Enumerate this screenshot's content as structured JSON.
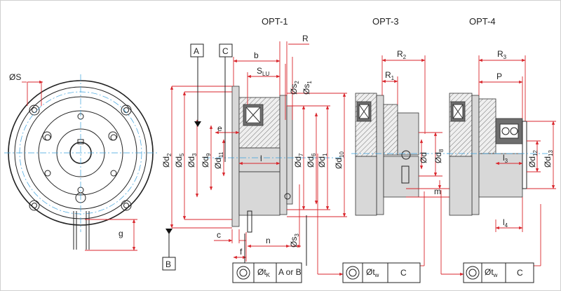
{
  "titles": {
    "opt1": "OPT-1",
    "opt3": "OPT-3",
    "opt4": "OPT-4"
  },
  "datum": {
    "a": "A",
    "b": "B",
    "c": "C"
  },
  "dims": {
    "b": "b",
    "r": "R",
    "slu": "S",
    "slu_sub": "LU",
    "s2": "Øs",
    "s2_sub": "2",
    "s1": "Øs",
    "s1_sub": "1",
    "e": "e",
    "d2": "Ød",
    "d2_sub": "2",
    "d5": "Ød",
    "d5_sub": "5",
    "d3": "Ød",
    "d3_sub": "3",
    "d9": "Ød",
    "d9_sub": "9",
    "d11": "Ød",
    "d11_sub": "11",
    "l": "l",
    "d7": "Ød",
    "d7_sub": "7",
    "d6": "Ød",
    "d6_sub": "6",
    "d1": "Ød",
    "d1_sub": "1",
    "d10": "Ød",
    "d10_sub": "10",
    "s3": "Øs",
    "s3_sub": "3",
    "c": "c",
    "n": "n",
    "f": "f",
    "g": "g",
    "os": "ØS",
    "r2": "R",
    "r2_sub": "2",
    "r1": "R",
    "r1_sub": "1",
    "d": "Ød",
    "d8": "Ød",
    "d8_sub": "8",
    "m": "m",
    "r3": "R",
    "r3_sub": "3",
    "p": "P",
    "l3": "l",
    "l3_sub": "3",
    "d12": "Ød",
    "d12_sub": "12",
    "d13": "Ød",
    "d13_sub": "13",
    "l4": "l",
    "l4_sub": "4"
  },
  "tolerance_frames": [
    {
      "symbol": "Øt",
      "sub": "K",
      "ref": "A or B"
    },
    {
      "symbol": "Øt",
      "sub": "w",
      "ref": "C"
    },
    {
      "symbol": "Øt",
      "sub": "w",
      "ref": "C"
    }
  ]
}
